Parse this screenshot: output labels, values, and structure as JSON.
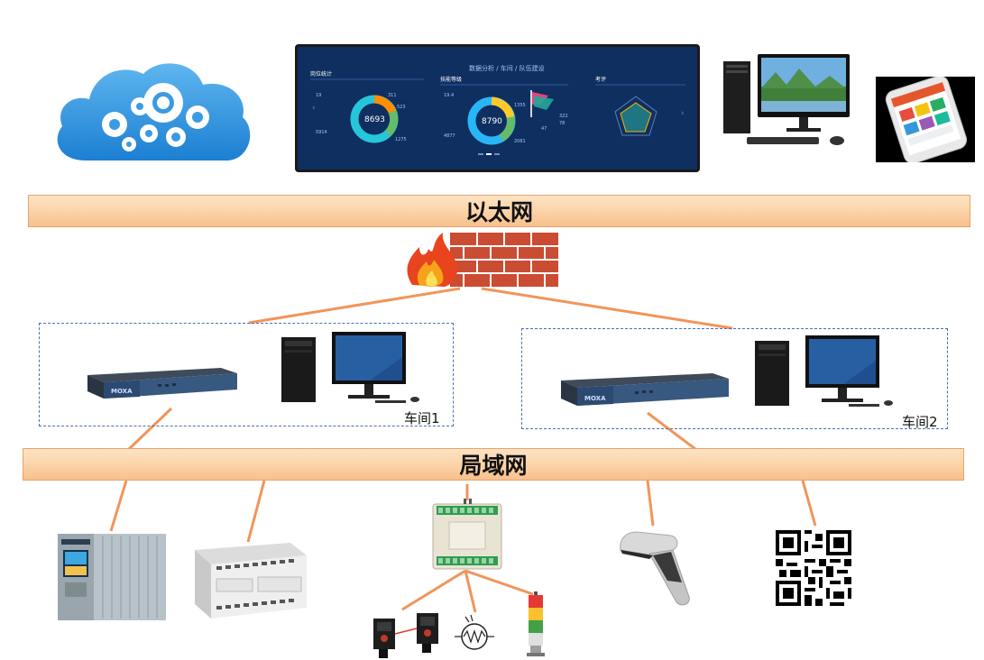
{
  "networks": {
    "ethernet": "以太网",
    "lan": "局域网"
  },
  "workshops": [
    {
      "label": "车间1"
    },
    {
      "label": "车间2"
    }
  ],
  "switch_brand": "MOXA",
  "dashboard": {
    "nav": "数据分析 / 车间 / 队伍建设",
    "panels": [
      "岗位统计",
      "技能等级",
      "考评"
    ],
    "donut1_center": "8693",
    "donut2_center": "8790",
    "stats": [
      "311",
      "523",
      "5914",
      "1275",
      "19.4",
      "1355",
      "322",
      "78",
      "4877",
      "2081",
      "47",
      "19"
    ]
  },
  "colors": {
    "link": "#f0955a",
    "bar_border": "#e8a46a",
    "dashed": "#4a6fb5",
    "cloud": "#2a8fdc"
  }
}
